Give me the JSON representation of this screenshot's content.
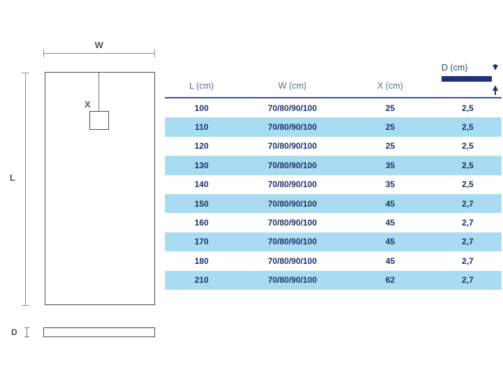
{
  "drawing": {
    "width_label": "W",
    "length_label": "L",
    "offset_label": "X",
    "depth_label": "D",
    "shapes": {
      "tray_top_view": "rectangle-outline",
      "drain": "square-outline",
      "side_view": "thin-bar-outline"
    }
  },
  "legend": {
    "depth_label": "D (cm)",
    "bar_color": "#20307c",
    "arrow_down_icon": "arrow-down-icon",
    "arrow_up_icon": "arrow-up-icon"
  },
  "table": {
    "columns": [
      "L (cm)",
      "W (cm)",
      "X (cm)",
      "D (cm)"
    ],
    "rows": [
      {
        "L": "100",
        "W": "70/80/90/100",
        "X": "25",
        "D": "2,5",
        "striped": false
      },
      {
        "L": "110",
        "W": "70/80/90/100",
        "X": "25",
        "D": "2,5",
        "striped": true
      },
      {
        "L": "120",
        "W": "70/80/90/100",
        "X": "25",
        "D": "2,5",
        "striped": false
      },
      {
        "L": "130",
        "W": "70/80/90/100",
        "X": "35",
        "D": "2,5",
        "striped": true
      },
      {
        "L": "140",
        "W": "70/80/90/100",
        "X": "35",
        "D": "2,5",
        "striped": false
      },
      {
        "L": "150",
        "W": "70/80/90/100",
        "X": "45",
        "D": "2,7",
        "striped": true
      },
      {
        "L": "160",
        "W": "70/80/90/100",
        "X": "45",
        "D": "2,7",
        "striped": false
      },
      {
        "L": "170",
        "W": "70/80/90/100",
        "X": "45",
        "D": "2,7",
        "striped": true
      },
      {
        "L": "180",
        "W": "70/80/90/100",
        "X": "45",
        "D": "2,7",
        "striped": false
      },
      {
        "L": "210",
        "W": "70/80/90/100",
        "X": "62",
        "D": "2,7",
        "striped": true
      }
    ]
  },
  "colors": {
    "stripe": "#aadcf1",
    "header_text": "#5a6a9a",
    "body_text": "#1a2f6b",
    "rule": "#3d4f8e",
    "drawing_line": "#4a4a4a",
    "dim_line": "#888888"
  }
}
